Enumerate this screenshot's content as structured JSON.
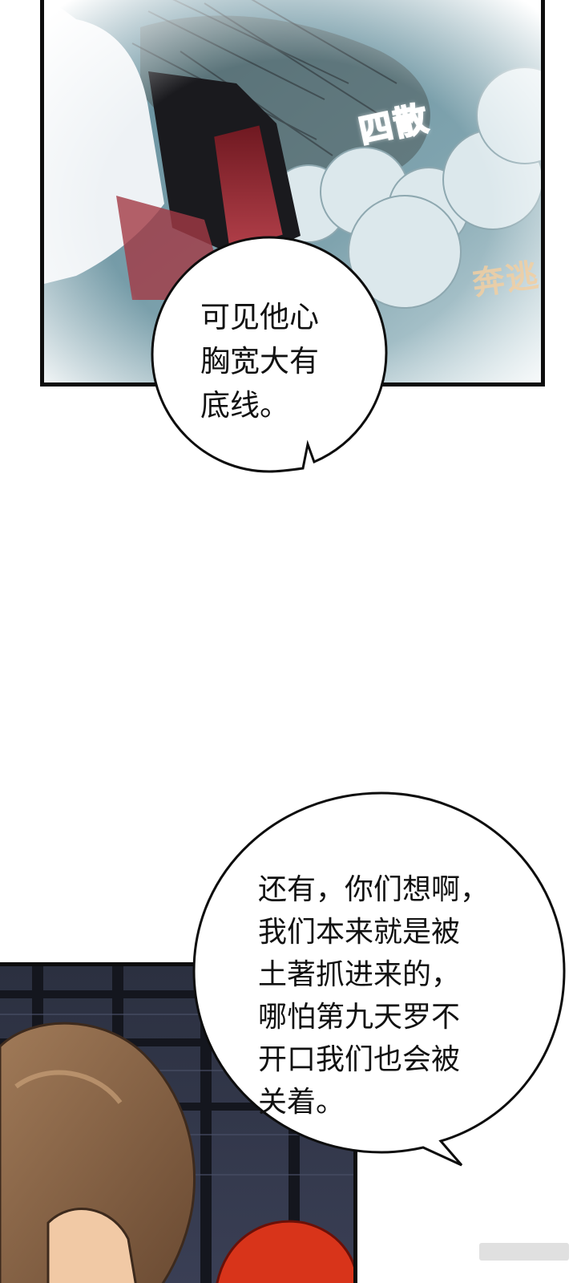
{
  "page": {
    "background": "#ffffff"
  },
  "panels": {
    "top": {
      "sfx": [
        {
          "text": "四散"
        },
        {
          "text": "奔逃"
        }
      ]
    },
    "bottom": {}
  },
  "bubbles": [
    {
      "text": "可见他心\n胸宽大有\n底线。"
    },
    {
      "text": "还有，你们想啊，\n我们本来就是被\n土著抓进来的，\n哪怕第九天罗不\n开口我们也会被\n关着。"
    }
  ],
  "colors": {
    "border": "#0d0d0d",
    "sfx_orange": "#f7a51e",
    "hair_brown": "#8a6448",
    "hair_red": "#d8341a",
    "wall_dark": "#2e3344"
  }
}
